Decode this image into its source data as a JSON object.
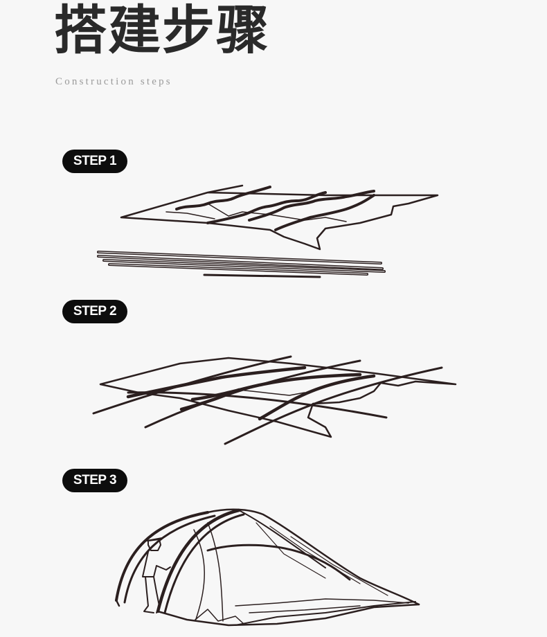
{
  "header": {
    "title": "搭建步骤",
    "subtitle": "Construction steps"
  },
  "steps": [
    {
      "label": "STEP 1"
    },
    {
      "label": "STEP 2"
    },
    {
      "label": "STEP 3"
    }
  ],
  "colors": {
    "background": "#f7f7f7",
    "badge": "#0d0d0d",
    "badge_text": "#ffffff",
    "line_art": "#2b1f1f"
  }
}
